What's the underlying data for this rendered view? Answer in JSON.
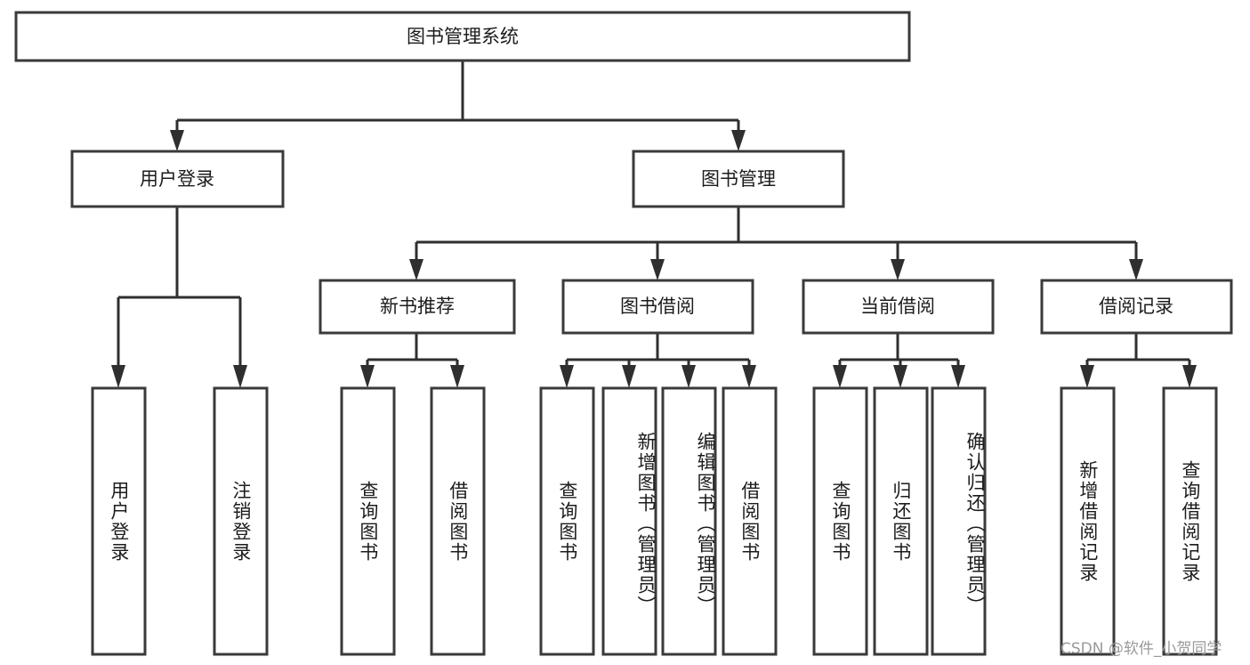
{
  "diagram": {
    "type": "tree",
    "title": "图书管理系统",
    "orientation": "top-down",
    "colors": {
      "box_stroke": "#3a3a3a",
      "box_fill": "#ffffff",
      "connector": "#2f2f2f",
      "text": "#1c1c1c",
      "watermark": "#9a9a9a",
      "background": "#ffffff"
    },
    "root": {
      "label": "图书管理系统"
    },
    "level2": [
      {
        "label": "用户登录"
      },
      {
        "label": "图书管理"
      }
    ],
    "level3": [
      {
        "label": "新书推荐"
      },
      {
        "label": "图书借阅"
      },
      {
        "label": "当前借阅"
      },
      {
        "label": "借阅记录"
      }
    ],
    "leaves": {
      "user_login": [
        {
          "label": "用户登录"
        },
        {
          "label": "注销登录"
        }
      ],
      "new_book_recommend": [
        {
          "label": "查询图书"
        },
        {
          "label": "借阅图书"
        }
      ],
      "book_borrow": [
        {
          "label": "查询图书"
        },
        {
          "label": "新增图书（管理员）"
        },
        {
          "label": "编辑图书（管理员）"
        },
        {
          "label": "借阅图书"
        }
      ],
      "current_borrow": [
        {
          "label": "查询图书"
        },
        {
          "label": "归还图书"
        },
        {
          "label": "确认归还（管理员）"
        }
      ],
      "borrow_record": [
        {
          "label": "新增借阅记录"
        },
        {
          "label": "查询借阅记录"
        }
      ]
    }
  },
  "watermark": {
    "text": "CSDN @软件_小贺同学"
  }
}
